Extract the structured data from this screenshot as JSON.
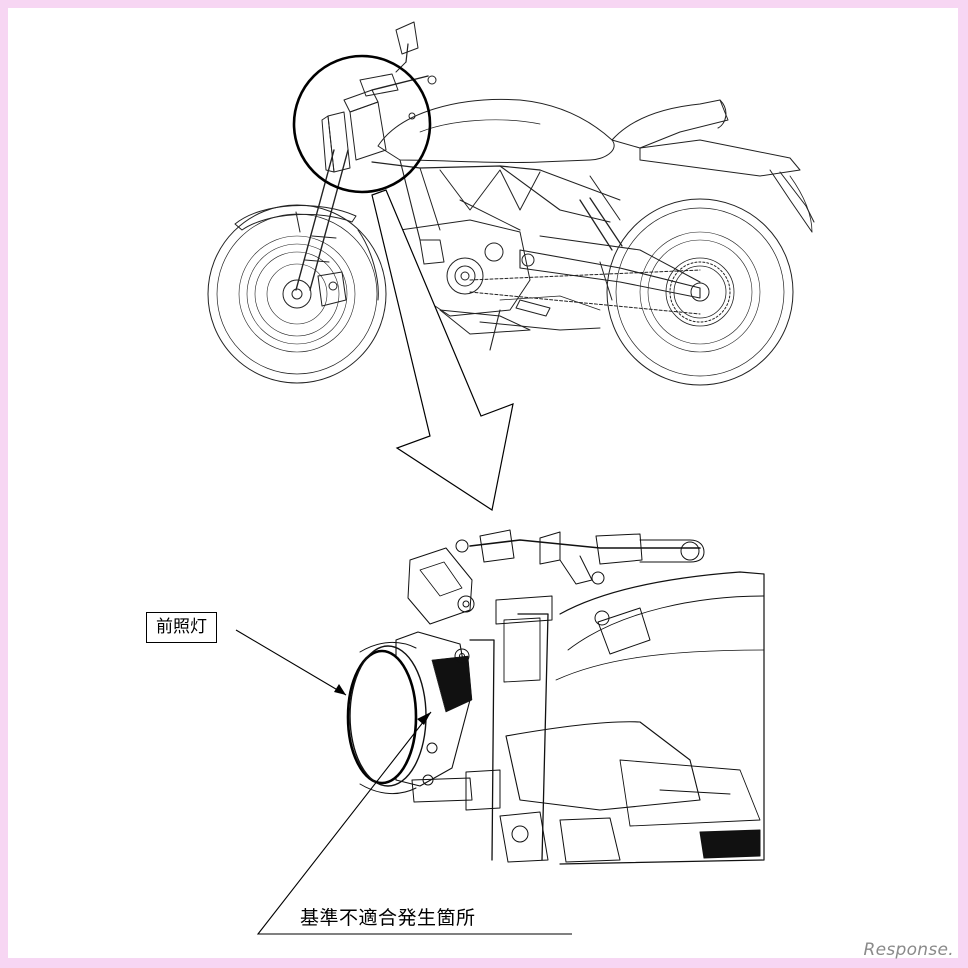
{
  "labels": {
    "headlight": "前照灯",
    "nonconformity_location": "基準不適合発生箇所"
  },
  "watermark": "Response.",
  "colors": {
    "frame_border": "#f7d6f3",
    "background": "#ffffff",
    "line": "#000000",
    "watermark": "#8a8a8a"
  }
}
